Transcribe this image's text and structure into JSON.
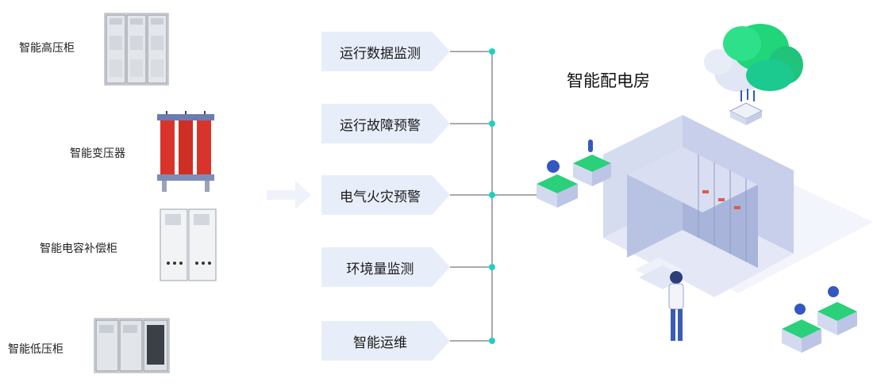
{
  "title": "智能配电房",
  "equipment": [
    {
      "label": "智能高压柜"
    },
    {
      "label": "智能变压器"
    },
    {
      "label": "智能电容补偿柜"
    },
    {
      "label": "智能低压柜"
    }
  ],
  "functions": [
    {
      "label": "运行数据监测"
    },
    {
      "label": "运行故障预警"
    },
    {
      "label": "电气火灾预警"
    },
    {
      "label": "环境量监测"
    },
    {
      "label": "智能运维"
    }
  ],
  "colors": {
    "accent": "#1fd0c0",
    "tag_bg": "#e8eef9",
    "cloud_green": "#21d67a",
    "room": "#c9d2ec"
  }
}
